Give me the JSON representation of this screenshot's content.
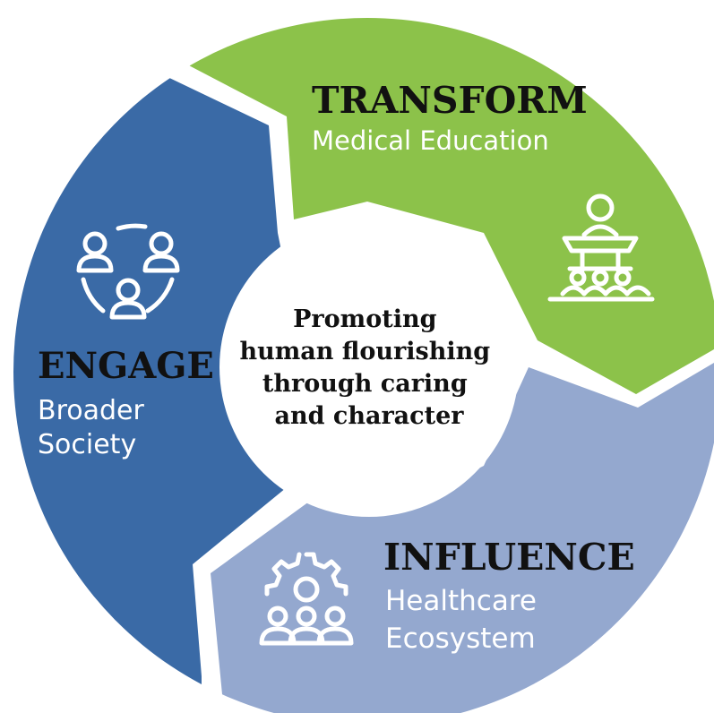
{
  "center": {
    "lines": [
      "Promoting",
      "human flourishing",
      "through caring",
      "and character"
    ]
  },
  "segments": {
    "transform": {
      "title": "TRANSFORM",
      "subtitle": "Medical Education",
      "color": "#8CC24A",
      "icon": "lecture-podium-icon"
    },
    "influence": {
      "title": "INFLUENCE",
      "subtitle_lines": [
        "Healthcare",
        "Ecosystem"
      ],
      "color": "#94A8CF",
      "icon": "gear-people-icon"
    },
    "engage": {
      "title": "ENGAGE",
      "subtitle_lines": [
        "Broader",
        "Society"
      ],
      "color": "#3A6AA6",
      "icon": "community-circle-icon"
    }
  }
}
